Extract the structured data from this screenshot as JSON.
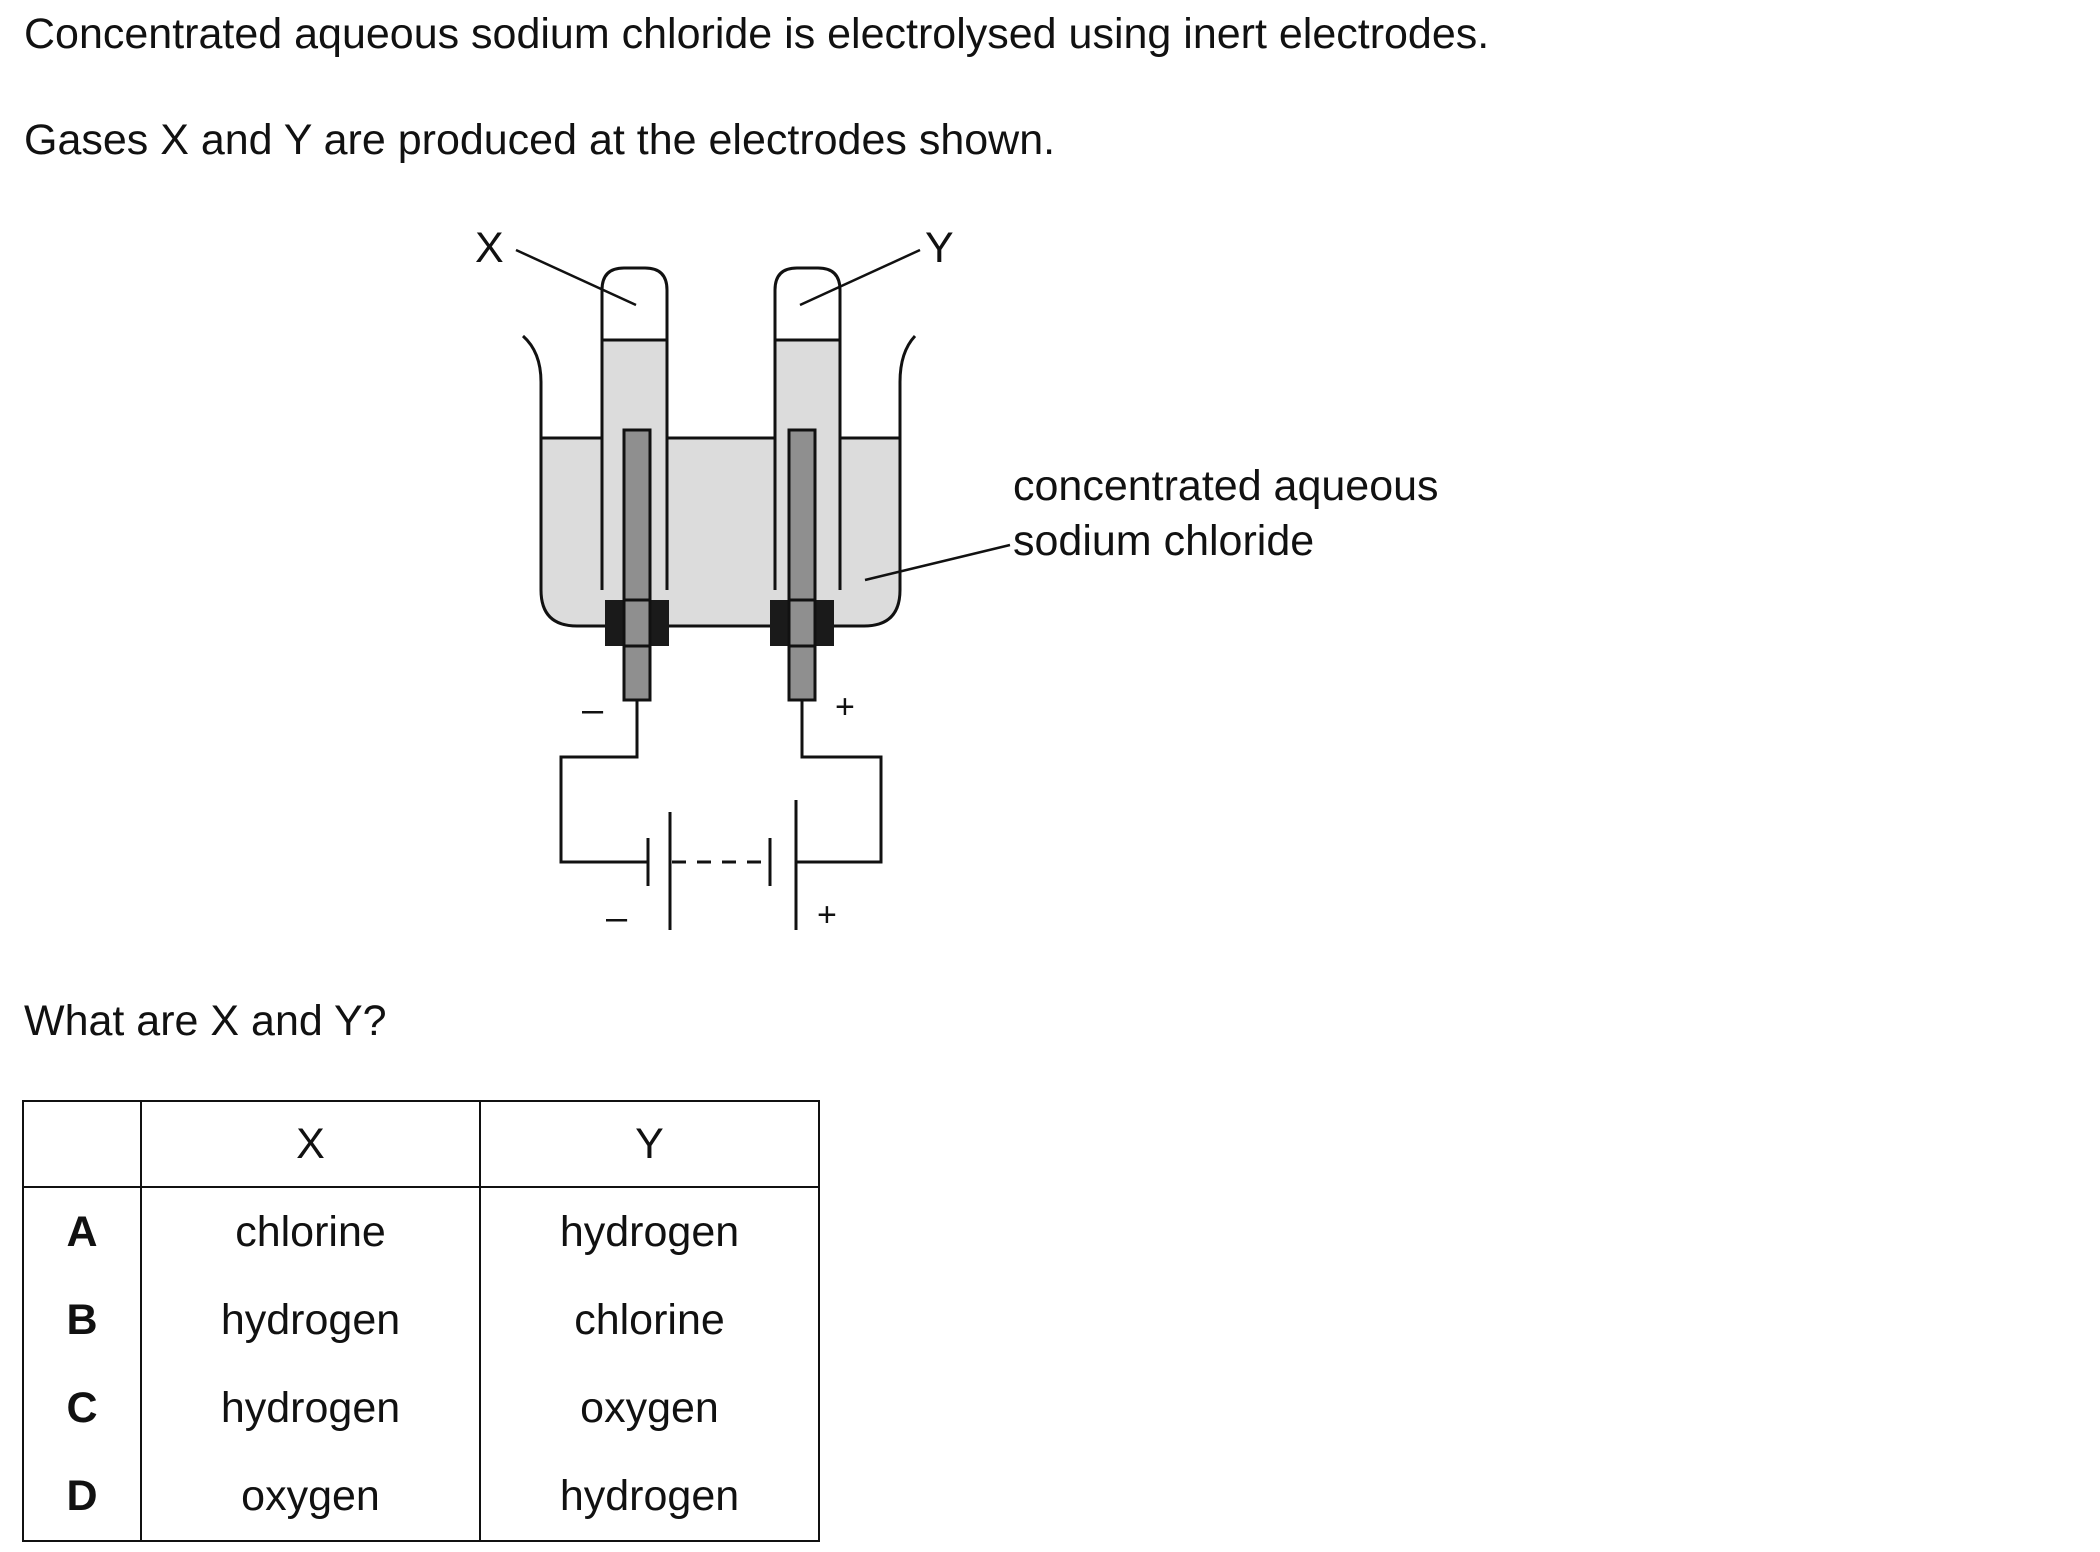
{
  "question": {
    "stem_line1": "Concentrated aqueous sodium chloride is electrolysed using inert electrodes.",
    "stem_line2": "Gases X and Y are produced at the electrodes shown.",
    "prompt": "What are X and Y?"
  },
  "diagram": {
    "label_x": "X",
    "label_y": "Y",
    "solution_label_line1": "concentrated aqueous",
    "solution_label_line2": "sodium chloride",
    "left_electrode_sign": "–",
    "right_electrode_sign": "+",
    "battery_negative_sign": "–",
    "battery_positive_sign": "+"
  },
  "options_table": {
    "headers": [
      "",
      "X",
      "Y"
    ],
    "rows": [
      {
        "letter": "A",
        "x": "chlorine",
        "y": "hydrogen"
      },
      {
        "letter": "B",
        "x": "hydrogen",
        "y": "chlorine"
      },
      {
        "letter": "C",
        "x": "hydrogen",
        "y": "oxygen"
      },
      {
        "letter": "D",
        "x": "oxygen",
        "y": "hydrogen"
      }
    ]
  }
}
